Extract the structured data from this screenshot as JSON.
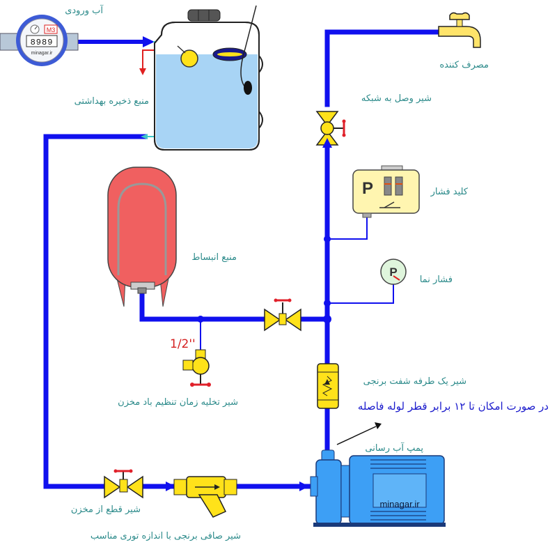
{
  "labels": {
    "water_inlet": "آب ورودی",
    "storage_tank": "منبع ذخیره بهداشتی",
    "consumer": "مصرف کننده",
    "network_valve": "شیر  وصل به شبکه",
    "pressure_switch": "کلید فشار",
    "pressure_gauge": "فشار نما",
    "expansion_tank": "منبع انبساط",
    "drain_valve": "شیر تخلیه زمان تنظیم باد مخزن",
    "check_valve": "شیر یک طرفه شفت برنجی",
    "distance_note": "در صورت امکان تا ۱۲ برابر قطر لوله فاصله",
    "pump": "پمپ آب رسانی",
    "tank_shutoff_valve": "شیر قطع از مخزن",
    "strainer": "شیر صافی برنجی با اندازه توری مناسب",
    "pipe_size": "1/2''"
  },
  "meter": {
    "digits": "8989",
    "unit": "M3",
    "brand": "minagar.ir"
  },
  "pump_brand": "minagar.ir",
  "gauge_letter": "P",
  "switch_letter": "P",
  "colors": {
    "pipe": "#1010ee",
    "valve": "#ffe21a",
    "valve_handle": "#e0202a",
    "tank_water": "#a8d4f5",
    "expansion_tank": "#f06060",
    "pump": "#3d9ff5",
    "label": "#2b8a8a",
    "note": "#1a1acc",
    "pipe_size": "#d42020"
  }
}
